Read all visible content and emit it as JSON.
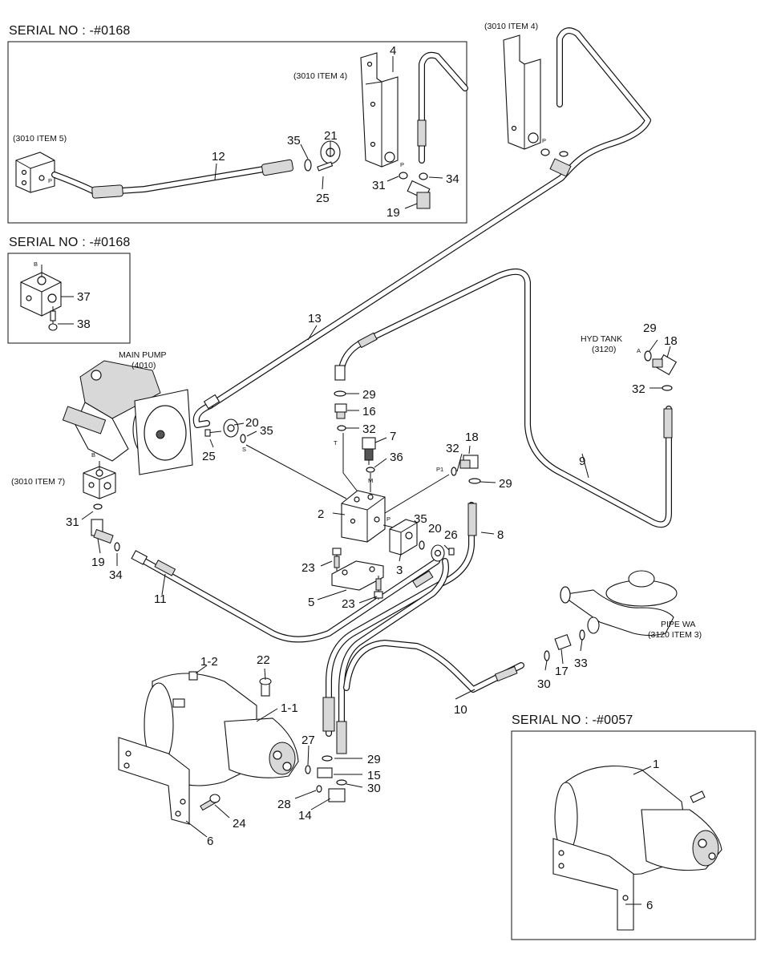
{
  "headers": {
    "serial_top": "SERIAL NO : -#0168",
    "serial_mid": "SERIAL NO : -#0168",
    "serial_bottom": "SERIAL NO : -#0057"
  },
  "captions": {
    "ref_3010_item4_a": "(3010 ITEM 4)",
    "ref_3010_item4_b": "(3010 ITEM 4)",
    "ref_3010_item5": "(3010 ITEM 5)",
    "ref_3010_item7": "(3010 ITEM 7)",
    "main_pump_1": "MAIN PUMP",
    "main_pump_2": "(4010)",
    "hyd_tank_1": "HYD TANK",
    "hyd_tank_2": "(3120)",
    "pipe_wa_1": "PIPE WA",
    "pipe_wa_2": "(3120 ITEM 3)"
  },
  "port_labels": {
    "p_a": "P",
    "p_b": "P",
    "p_c": "P",
    "p_d": "P",
    "b_a": "B",
    "b_b": "B",
    "t": "T",
    "s": "S",
    "m": "M",
    "p1": "P1",
    "a": "A"
  },
  "callouts": {
    "c4": "4",
    "c21": "21",
    "c35a": "35",
    "c12": "12",
    "c31a": "31",
    "c34a": "34",
    "c25a": "25",
    "c19a": "19",
    "c37": "37",
    "c38": "38",
    "c13": "13",
    "c29a": "29",
    "c18a": "18",
    "c32a": "32",
    "c29b": "29",
    "c16": "16",
    "c20a": "20",
    "c35b": "35",
    "c32b": "32",
    "c7": "7",
    "c36": "36",
    "c25b": "25",
    "c32c": "32",
    "c18b": "18",
    "c29c": "29",
    "c9": "9",
    "c31b": "31",
    "c2": "2",
    "c35c": "35",
    "c20b": "20",
    "c26": "26",
    "c8": "8",
    "c19b": "19",
    "c34b": "34",
    "c23a": "23",
    "c3": "3",
    "c11": "11",
    "c5": "5",
    "c23b": "23",
    "c17": "17",
    "c33": "33",
    "c30a": "30",
    "c10": "10",
    "c1_2": "1-2",
    "c22": "22",
    "c1_1": "1-1",
    "c27": "27",
    "c29d": "29",
    "c15": "15",
    "c30b": "30",
    "c28": "28",
    "c14": "14",
    "c24": "24",
    "c6a": "6",
    "c1": "1",
    "c6b": "6"
  }
}
